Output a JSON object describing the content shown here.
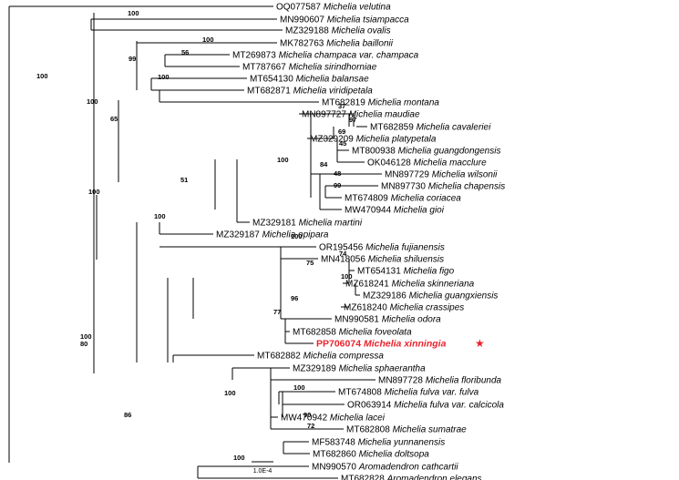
{
  "tree": {
    "highlight_color": "#e8222c",
    "tips": [
      {
        "acc": "OQ077587",
        "species": "Michelia velutina"
      },
      {
        "acc": "MN990607",
        "species": "Michelia tsiampacca"
      },
      {
        "acc": "MZ329188",
        "species": "Michelia ovalis"
      },
      {
        "acc": "MK782763",
        "species": "Michelia baillonii"
      },
      {
        "acc": "MT269873",
        "species": "Michelia champaca var. champaca"
      },
      {
        "acc": "MT787667",
        "species": "Michelia sirindhorniae"
      },
      {
        "acc": "MT654130",
        "species": "Michelia balansae"
      },
      {
        "acc": "MT682871",
        "species": "Michelia viridipetala"
      },
      {
        "acc": "MT682819",
        "species": "Michelia montana"
      },
      {
        "acc": "MN897727",
        "species": "Michelia maudiae"
      },
      {
        "acc": "MT682859",
        "species": "Michelia cavaleriei"
      },
      {
        "acc": "MZ329209",
        "species": "Michelia platypetala"
      },
      {
        "acc": "MT800938",
        "species": "Michelia guangdongensis"
      },
      {
        "acc": "OK046128",
        "species": "Michelia macclure"
      },
      {
        "acc": "MN897729",
        "species": "Michelia wilsonii"
      },
      {
        "acc": "MN897730",
        "species": "Michelia chapensis"
      },
      {
        "acc": "MT674809",
        "species": "Michelia coriacea"
      },
      {
        "acc": "MW470944",
        "species": "Michelia gioi"
      },
      {
        "acc": "MZ329181",
        "species": "Michelia martini"
      },
      {
        "acc": "MZ329187",
        "species": "Michelia opipara"
      },
      {
        "acc": "OR195456",
        "species": "Michelia fujianensis"
      },
      {
        "acc": "MN418056",
        "species": "Michelia shiluensis"
      },
      {
        "acc": "MT654131",
        "species": "Michelia figo"
      },
      {
        "acc": "MZ618241",
        "species": "Michelia skinneriana"
      },
      {
        "acc": "MZ329186",
        "species": "Michelia guangxiensis"
      },
      {
        "acc": "MZ618240",
        "species": "Michelia crassipes"
      },
      {
        "acc": "MN990581",
        "species": "Michelia odora"
      },
      {
        "acc": "MT682858",
        "species": "Michelia foveolata"
      },
      {
        "acc": "PP706074",
        "species": "Michelia xinningia",
        "highlight": true
      },
      {
        "acc": "MT682882",
        "species": "Michelia compressa"
      },
      {
        "acc": "MZ329189",
        "species": "Michelia sphaerantha"
      },
      {
        "acc": "MN897728",
        "species": "Michelia floribunda"
      },
      {
        "acc": "MT674808",
        "species": "Michelia fulva var. fulva"
      },
      {
        "acc": "OR063914",
        "species": "Michelia fulva var. calcicola"
      },
      {
        "acc": "MW470942",
        "species": "Michelia lacei"
      },
      {
        "acc": "MT682808",
        "species": "Michelia sumatrae"
      },
      {
        "acc": "MF583748",
        "species": "Michelia yunnanensis"
      },
      {
        "acc": "MT682860",
        "species": "Michelia doltsopa"
      },
      {
        "acc": "MN990570",
        "species": "Aromadendron cathcartii"
      },
      {
        "acc": "MT682828",
        "species": "Aromadendron elegans"
      }
    ],
    "bootstrap": [
      "100",
      "100",
      "99",
      "100",
      "100",
      "56",
      "100",
      "65",
      "37",
      "97",
      "69",
      "45",
      "84",
      "48",
      "99",
      "100",
      "51",
      "100",
      "100",
      "75",
      "74",
      "100",
      "100",
      "96",
      "77",
      "100",
      "80",
      "100",
      "90",
      "72",
      "100",
      "86",
      "100"
    ],
    "scale_bar": "1.0E-4"
  }
}
